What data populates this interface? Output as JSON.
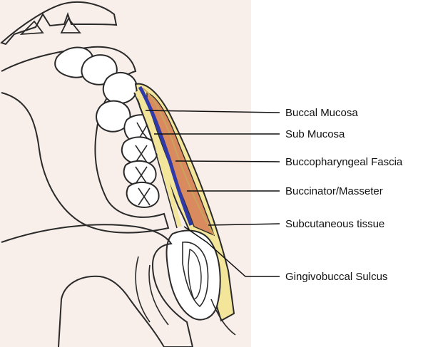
{
  "labels": {
    "buccal_mucosa": "Buccal Mucosa",
    "sub_mucosa": "Sub Mucosa",
    "buccopharyngeal_fascia": "Buccopharyngeal Fascia",
    "buccinator_masseter": "Buccinator/Masseter",
    "subcutaneous_tissue": "Subcutaneous tissue",
    "gingivobuccal_sulcus": "Gingivobuccal Sulcus"
  },
  "colors": {
    "panel_background": "#f8eeea",
    "outline": "#2a2a2a",
    "mucosa_yellow": "#f3e59a",
    "submucosa_blue": "#2f3aa8",
    "muscle_orange": "#d98a5f",
    "fascia_line": "#c9a35c"
  }
}
